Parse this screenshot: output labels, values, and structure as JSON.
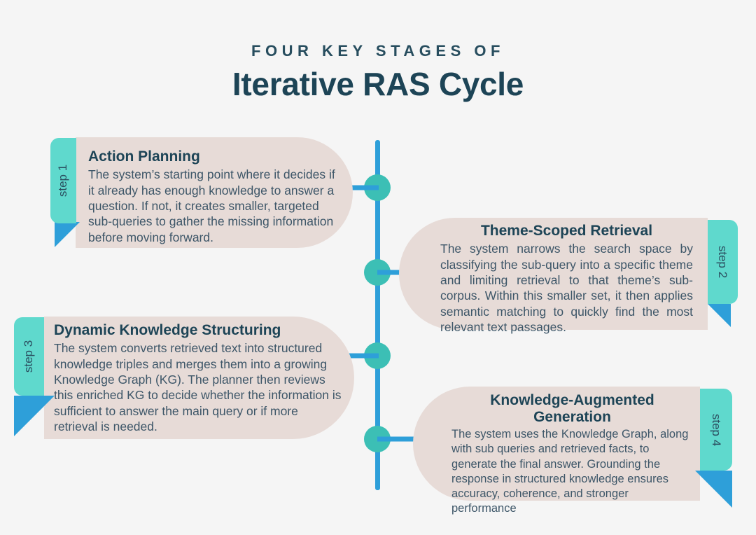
{
  "page": {
    "background": "#f5f5f5",
    "text_color": "#3d5668",
    "heading_color": "#1d4456"
  },
  "header": {
    "eyebrow": "FOUR KEY STAGES OF",
    "title": "Iterative RAS Cycle"
  },
  "palette": {
    "card_bg": "#e7dbd7",
    "tab_teal": "#5fd9cd",
    "dot_teal": "#3cbfb5",
    "line_blue": "#2e9fd9",
    "fold_blue": "#2e9fd9"
  },
  "steps": [
    {
      "tab_label": "step 1",
      "title": "Action Planning",
      "text": "The system’s starting point where it decides if it already has enough knowledge to answer a question. If not, it creates smaller, targeted sub-queries to gather the missing information before moving forward.",
      "side": "left"
    },
    {
      "tab_label": "step 2",
      "title": "Theme-Scoped Retrieval",
      "text": "The system narrows the search space by classifying the sub-query into a specific theme and limiting retrieval to that theme’s sub-corpus. Within this smaller set, it then applies semantic matching to quickly find the most relevant text passages.",
      "side": "right"
    },
    {
      "tab_label": "step 3",
      "title": "Dynamic Knowledge Structuring",
      "text": "The system converts retrieved text into structured knowledge triples and merges them into a growing Knowledge Graph (KG). The planner then reviews this enriched KG to decide whether the information is sufficient to answer the main query or if more retrieval is needed.",
      "side": "left"
    },
    {
      "tab_label": "step 4",
      "title": "Knowledge-Augmented Generation",
      "text": "The system uses the Knowledge Graph, along with sub queries and retrieved facts, to generate the final answer. Grounding the response in structured knowledge ensures accuracy, coherence, and stronger performance",
      "side": "right"
    }
  ]
}
